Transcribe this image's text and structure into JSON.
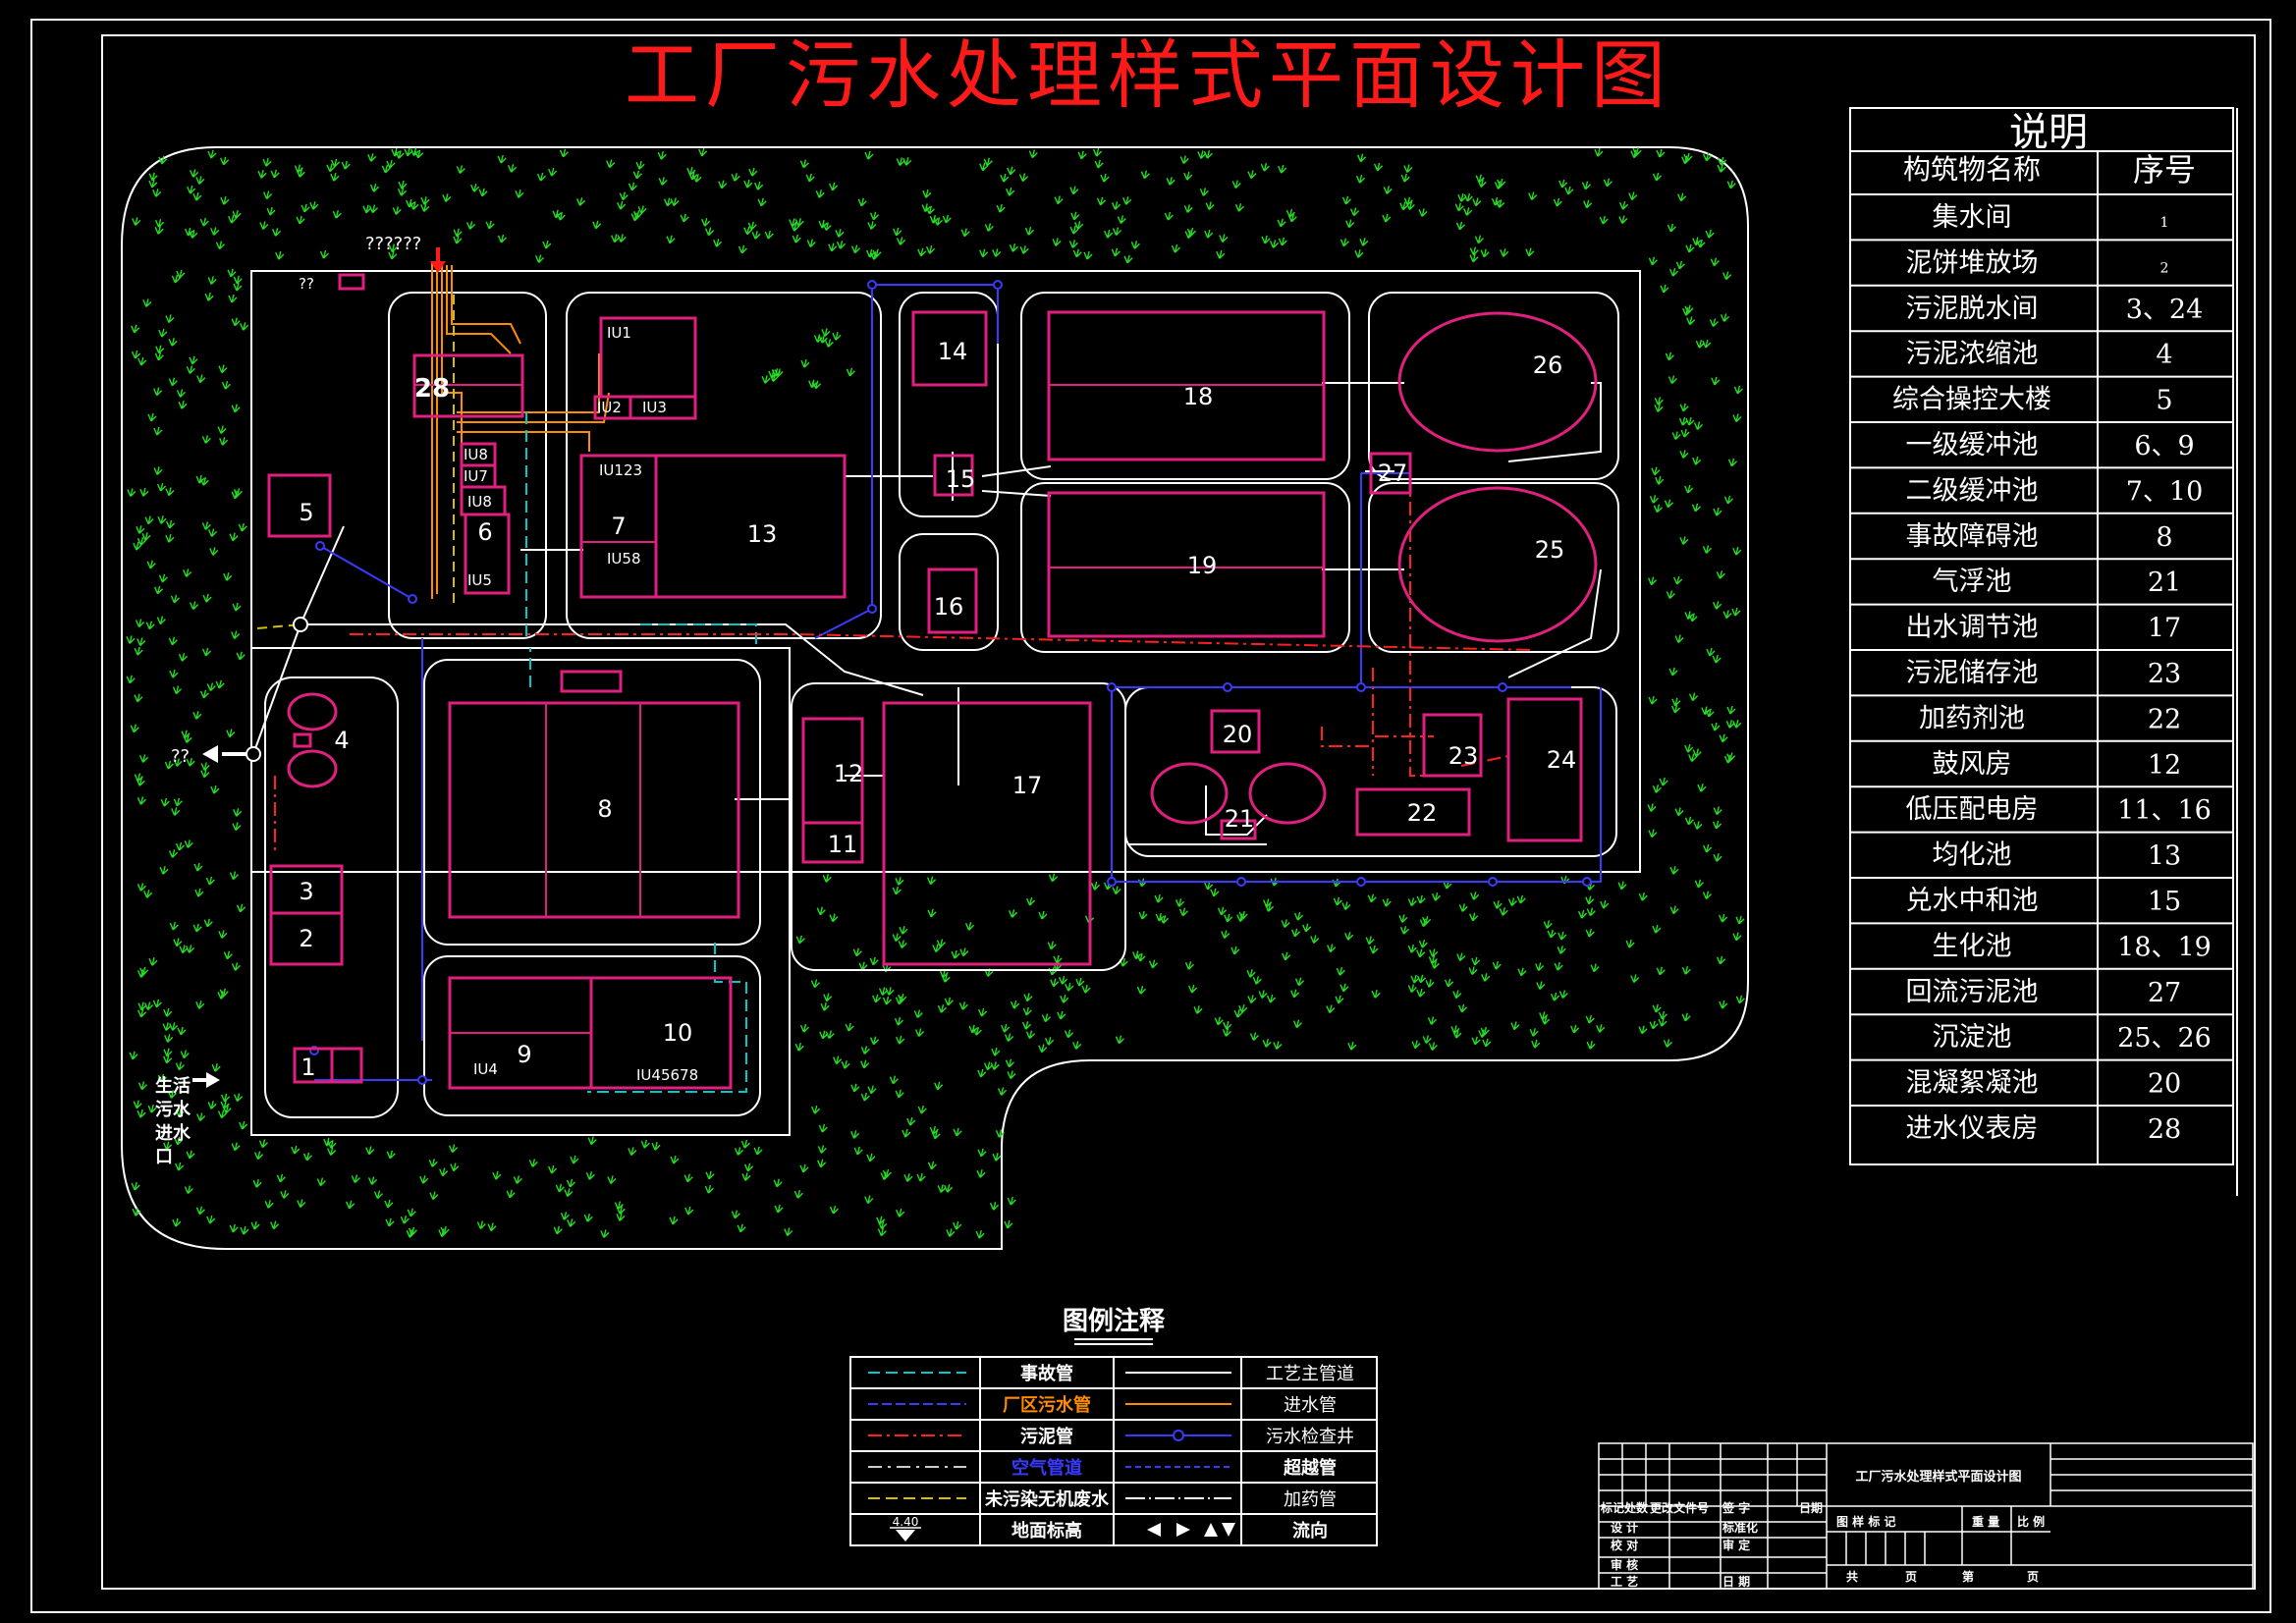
{
  "title": "工厂污水处理样式平面设计图",
  "explanation": {
    "heading": "说明",
    "col_name": "构筑物名称",
    "col_number": "序号",
    "rows": [
      {
        "name": "集水间",
        "number": "1"
      },
      {
        "name": "泥饼堆放场",
        "number": "2"
      },
      {
        "name": "污泥脱水间",
        "number": "3、24"
      },
      {
        "name": "污泥浓缩池",
        "number": "4"
      },
      {
        "name": "综合操控大楼",
        "number": "5"
      },
      {
        "name": "一级缓冲池",
        "number": "6、9"
      },
      {
        "name": "二级缓冲池",
        "number": "7、10"
      },
      {
        "name": "事故障碍池",
        "number": "8"
      },
      {
        "name": "气浮池",
        "number": "21"
      },
      {
        "name": "出水调节池",
        "number": "17"
      },
      {
        "name": "污泥储存池",
        "number": "23"
      },
      {
        "name": "加药剂池",
        "number": "22"
      },
      {
        "name": "鼓风房",
        "number": "12"
      },
      {
        "name": "低压配电房",
        "number": "11、16"
      },
      {
        "name": "均化池",
        "number": "13"
      },
      {
        "name": "兑水中和池",
        "number": "15"
      },
      {
        "name": "生化池",
        "number": "18、19"
      },
      {
        "name": "回流污泥池",
        "number": "27"
      },
      {
        "name": "沉淀池",
        "number": "25、26"
      },
      {
        "name": "混凝絮凝池",
        "number": "20"
      },
      {
        "name": "进水仪表房",
        "number": "28"
      }
    ]
  },
  "plan": {
    "units": [
      "1",
      "2",
      "3",
      "4",
      "5",
      "6",
      "7",
      "8",
      "9",
      "10",
      "11",
      "12",
      "13",
      "14",
      "15",
      "16",
      "17",
      "18",
      "19",
      "20",
      "21",
      "22",
      "23",
      "24",
      "25",
      "26",
      "27",
      "28"
    ],
    "sub_labels": {
      "iu1": "IU1",
      "iu2": "IU2",
      "iu3": "IU3",
      "iu8a": "IU8",
      "iu7": "IU7",
      "iu8b": "IU8",
      "iu5": "IU5",
      "iu123": "IU123",
      "iu58": "IU58",
      "iu4": "IU4",
      "iu45678": "IU45678"
    },
    "unknown_top": "??????",
    "unknown_small": "??",
    "unknown_outlet": "??",
    "inlet_label": [
      "生活",
      "污水",
      "进水",
      "口"
    ]
  },
  "legend": {
    "title": "图例注释",
    "rows": [
      {
        "left": "事故管",
        "right": "工艺主管道"
      },
      {
        "left": "厂区污水管",
        "right": "进水管"
      },
      {
        "left": "污泥管",
        "right": "污水检查井"
      },
      {
        "left": "空气管道",
        "right": "超越管"
      },
      {
        "left": "未污染无机废水",
        "right": "加药管"
      },
      {
        "left": "地面标高",
        "right": "流向"
      }
    ],
    "elevation_value": "4.40",
    "colors": {
      "accident": "#00c8c8",
      "plant_sewage": "#3a3aff",
      "sludge": "#ff2020",
      "air": "#3a3aff",
      "inorganic": "#d0c000",
      "main": "#ffffff",
      "inlet": "#ff8c00",
      "overflow": "#3a3aff",
      "dosing": "#ffffff"
    }
  },
  "title_block": {
    "drawing_title": "工厂污水处理样式平面设计图",
    "header_cells": [
      "标记",
      "处数",
      "更改文件号",
      "签 字",
      "日期"
    ],
    "left_rows": [
      "设 计",
      "校 对",
      "审 核",
      "工 艺"
    ],
    "mid_rows": [
      "标准化",
      "审 定",
      "",
      "日 期"
    ],
    "right_header": [
      "图 样 标 记",
      "重 量",
      "比 例"
    ],
    "page_row": [
      "共",
      "页",
      "第",
      "页"
    ]
  }
}
